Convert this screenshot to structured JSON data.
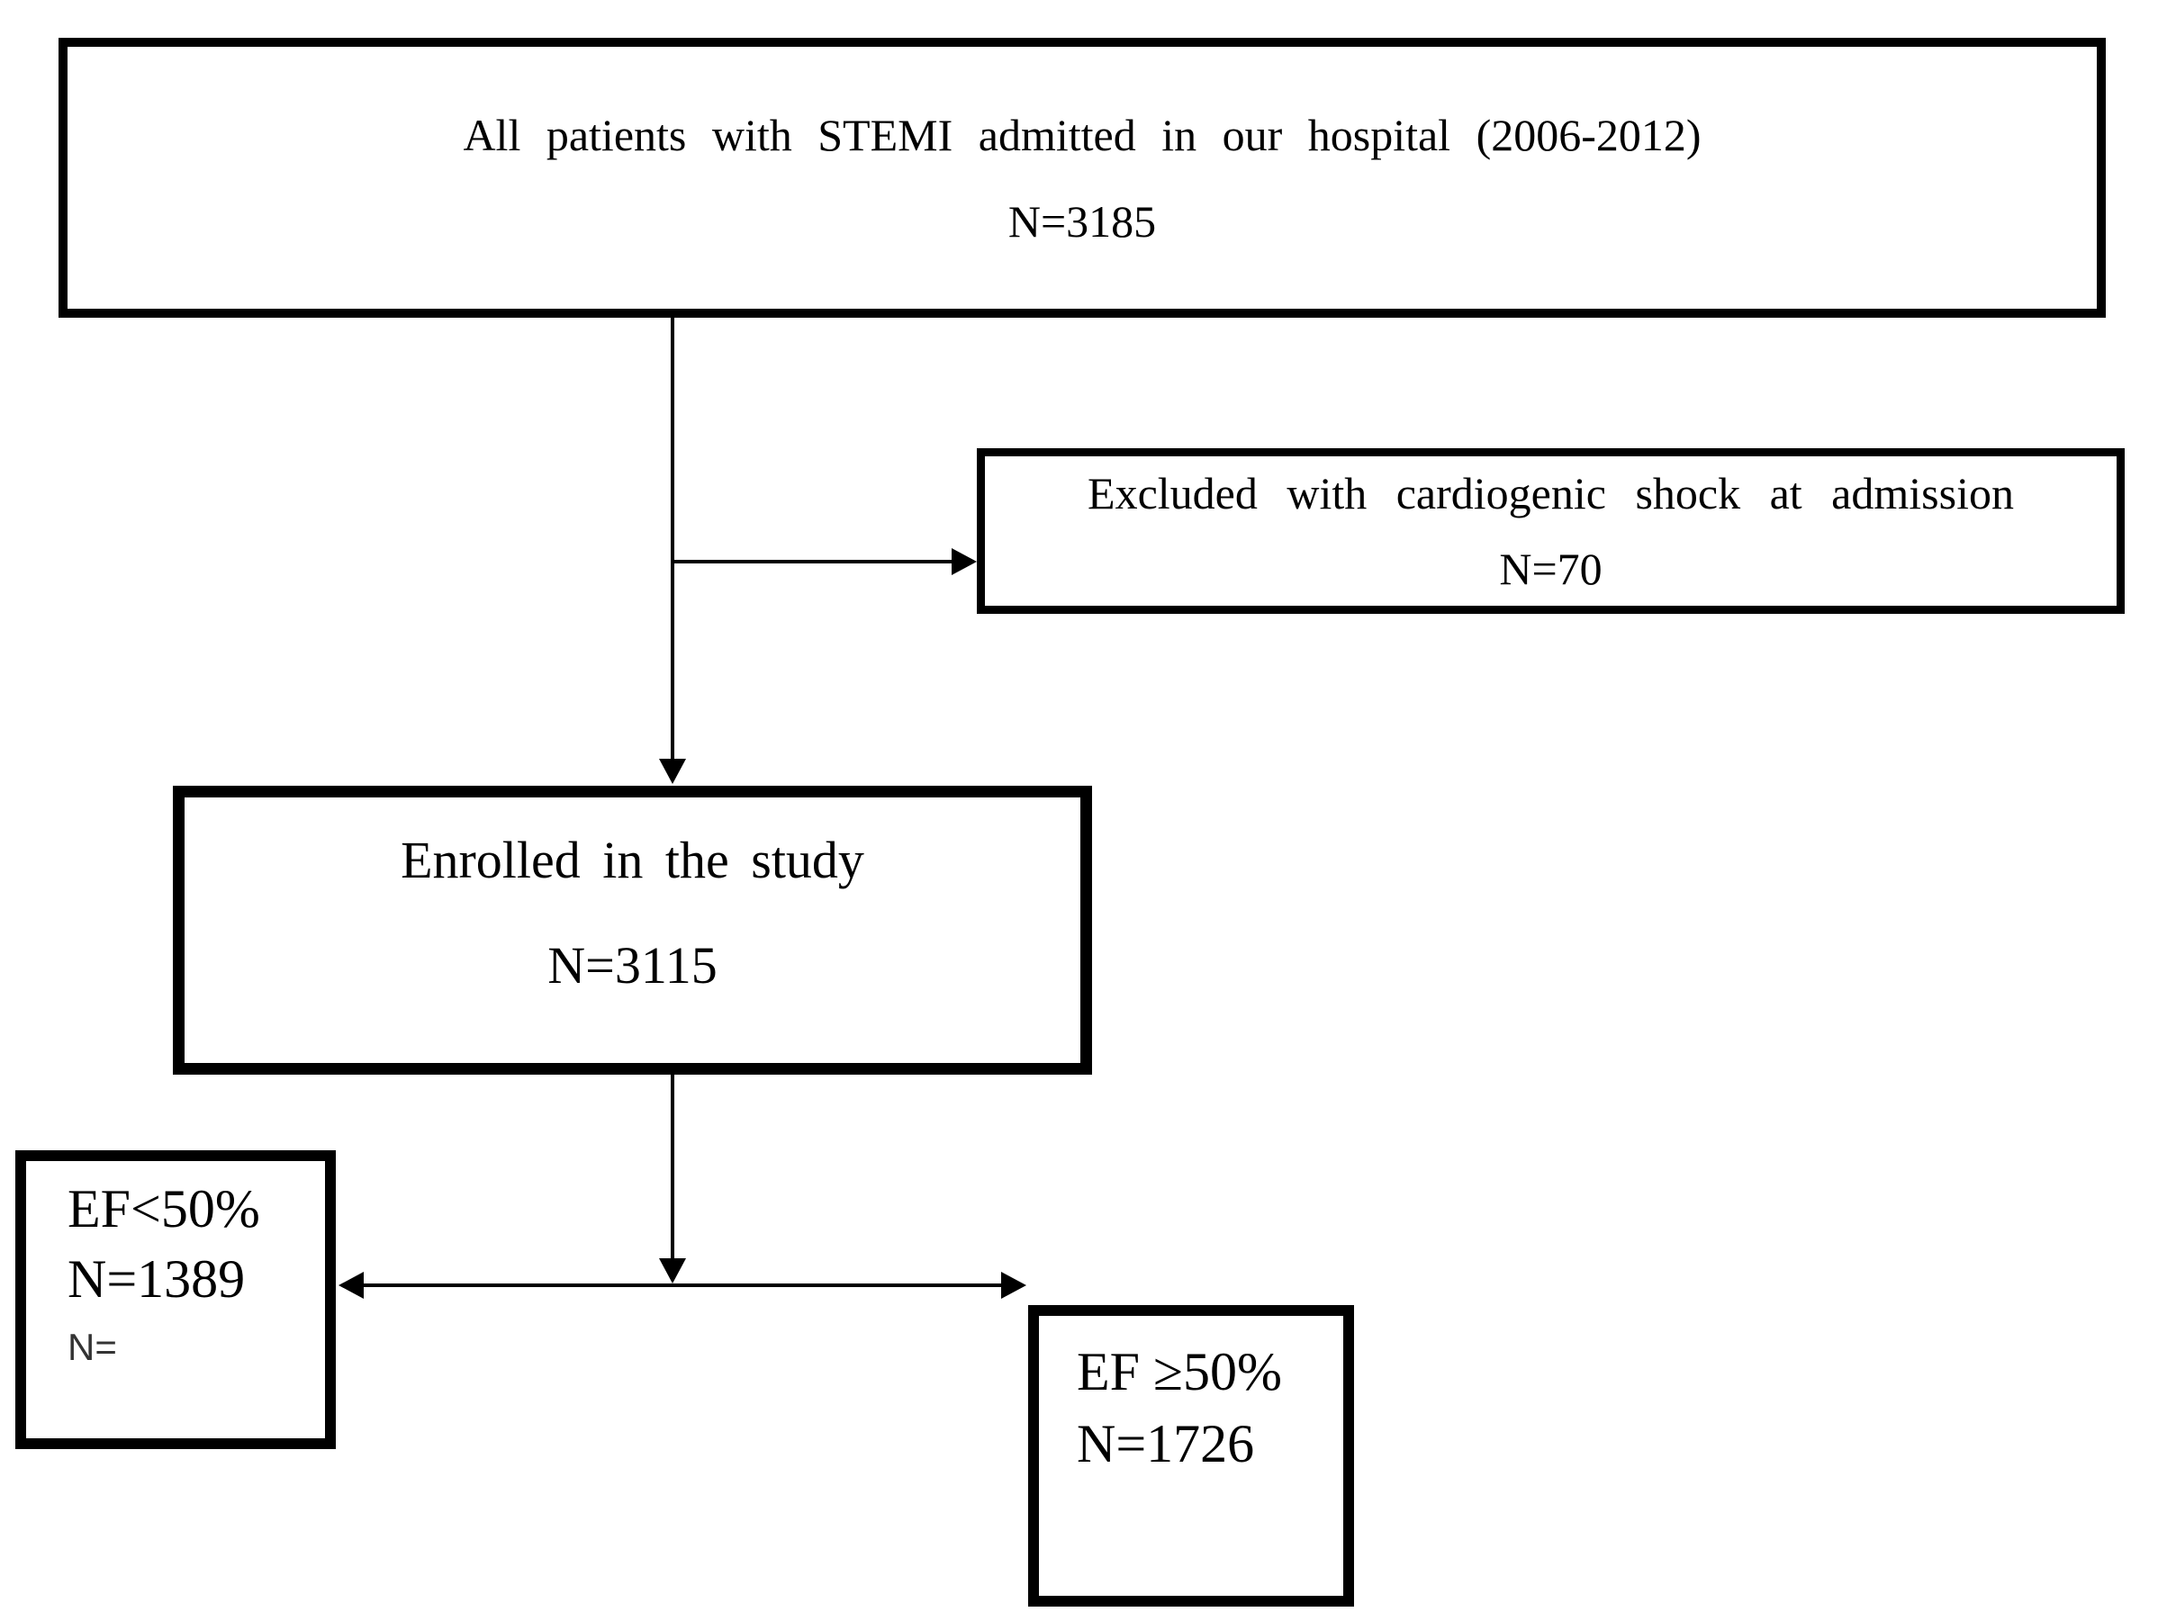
{
  "flowchart": {
    "background_color": "#ffffff",
    "line_color": "#000000",
    "nodes": {
      "all_patients": {
        "label": "All patients with STEMI admitted in our hospital (2006-2012)",
        "count": "N=3185"
      },
      "excluded": {
        "label": "Excluded with cardiogenic shock at admission",
        "count": "N=70"
      },
      "enrolled": {
        "label": "Enrolled in the study",
        "count": "N=3115"
      },
      "ef_below_50": {
        "label": "EF<50%",
        "count": "N=1389",
        "extra": "N="
      },
      "ef_at_least_50": {
        "label": "EF ≥50%",
        "count": "N=1726"
      }
    }
  }
}
